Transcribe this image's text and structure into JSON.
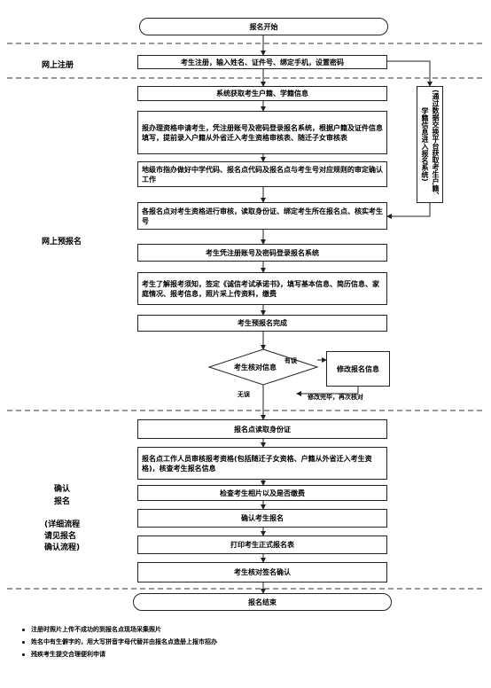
{
  "flow": {
    "start": "报名开始",
    "register": "考生注册，输入姓名、证件号、绑定手机，设置密码",
    "s1": "系统获取考生户籍、学籍信息",
    "s2": "报办理资格申请考生，凭注册账号及密码登录报名系统，根据户籍及证件信息填写，提前录入户籍从外省迁入考生资格审核表、随迁子女审核表",
    "s3": "地级市指办做好中学代码、报名点代码及报名点与考生号对应规则的审定确认工作",
    "s4": "各报名点对考生资格进行审核，读取身份证、绑定考生所在报名点、核实考生号",
    "s5": "考生凭注册账号及密码登录报名系统",
    "s6": "考生了解报考须知，签定《诚信考试承诺书》，填写基本信息、简历信息、家庭情况、报考信息，照片采上传资料，缴费",
    "s7": "考生预报名完成",
    "decision": "考生核对信息",
    "modify": "修改报名信息",
    "c1": "报名点读取身份证",
    "c2": "报名点工作人员审核报考资格(包括随迁子女资格、户籍从外省迁入考生资格)，核查考生报名信息",
    "c3": "检查考生相片以及是否缴费",
    "c4": "确认考生报名",
    "c5": "打印考生正式报名表",
    "c6": "考生核对签名确认",
    "end": "报名结束",
    "side": "(通过数据交换平台获取考生户籍、学籍信息进入报名系统)",
    "edge_yes": "有误",
    "edge_no": "无误",
    "edge_back": "修改完毕，再次核对"
  },
  "sections": {
    "register": "网上注册",
    "prereg": "网上预报名",
    "confirm_line1": "确认",
    "confirm_line2": "报名",
    "confirm_note1": "(详细流程",
    "confirm_note2": "请见报名",
    "confirm_note3": "确认流程)"
  },
  "footnotes": [
    "注册时照片上传不成功的到报名点现场采集照片",
    "姓名中有生僻字的，用大写拼音字母代替并由报名点造册上报市招办",
    "残疾考生提交合理便利申请"
  ]
}
